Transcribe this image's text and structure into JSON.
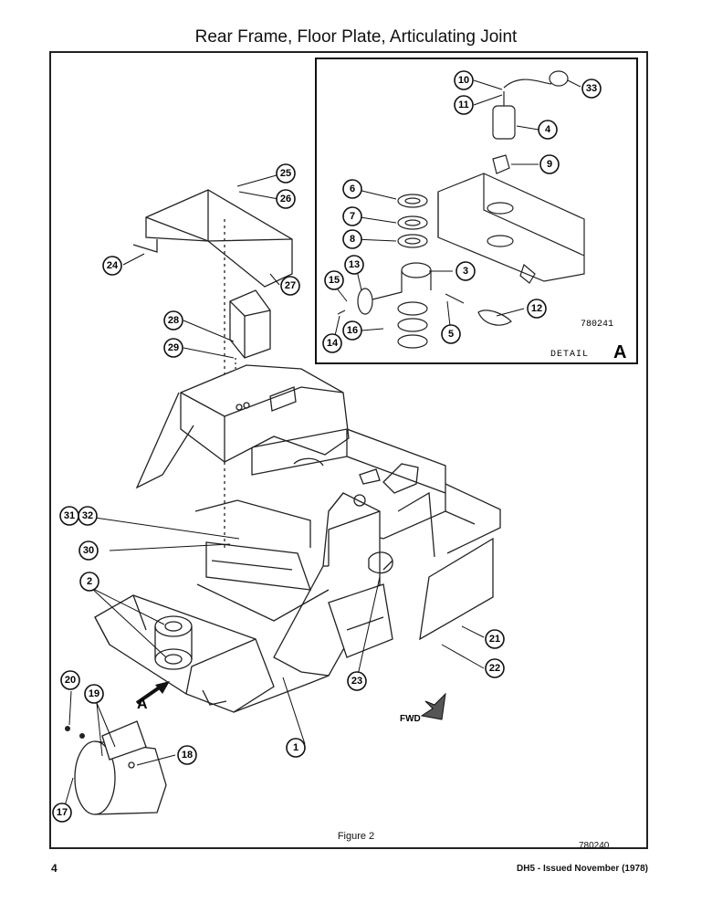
{
  "title": "Rear Frame, Floor Plate, Articulating Joint",
  "detail": {
    "ref_number": "780241",
    "label_word": "DETAIL",
    "label_letter": "A"
  },
  "figure_caption": "Figure 2",
  "figure_ref_number": "780240",
  "view_arrow_label": "A",
  "fwd_label": "FWD",
  "footer": {
    "page_number": "4",
    "doc_info": "DH5 - Issued November (1978)"
  },
  "callouts": [
    "1",
    "2",
    "3",
    "4",
    "5",
    "6",
    "7",
    "8",
    "9",
    "10",
    "11",
    "12",
    "13",
    "14",
    "15",
    "16",
    "17",
    "18",
    "19",
    "20",
    "21",
    "22",
    "23",
    "24",
    "25",
    "26",
    "27",
    "28",
    "29",
    "30",
    "31",
    "32",
    "33"
  ]
}
